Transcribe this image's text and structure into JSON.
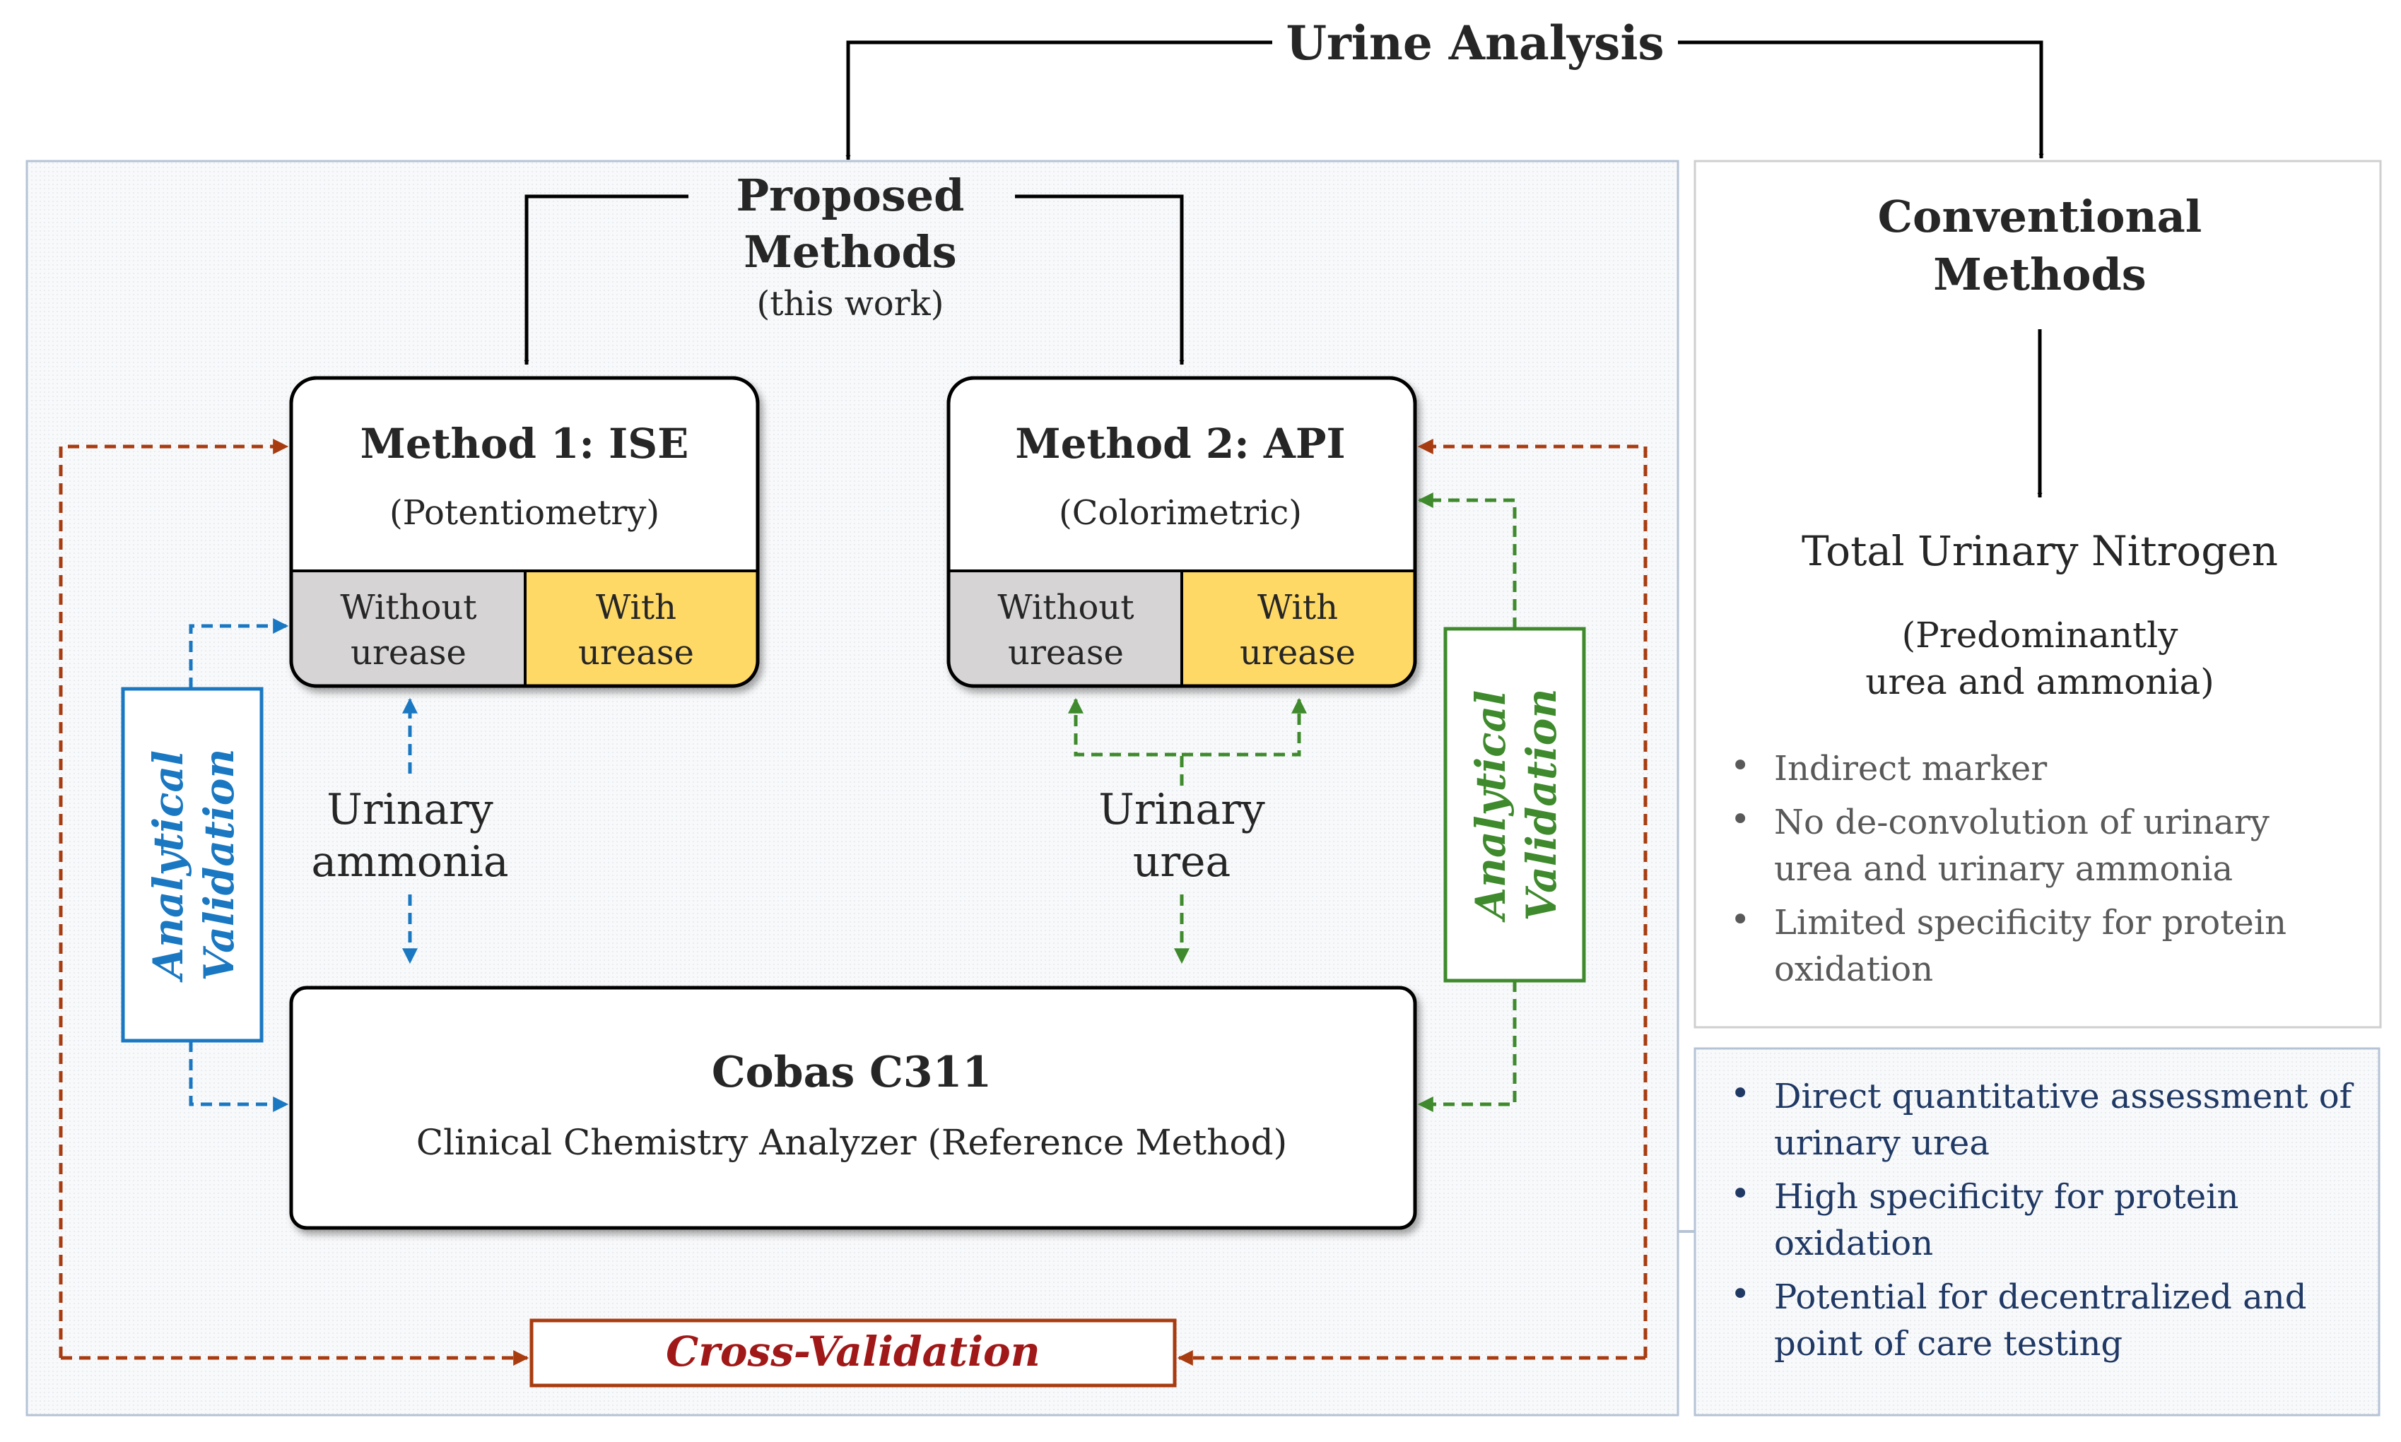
{
  "top": {
    "title": "Urine Analysis"
  },
  "proposed": {
    "line1": "Proposed",
    "line2": "Methods",
    "note": "(this work)"
  },
  "method1": {
    "title": "Method 1: ISE",
    "subtitle": "(Potentiometry)",
    "without": [
      "Without",
      "urease"
    ],
    "with": [
      "With",
      "urease"
    ]
  },
  "method2": {
    "title": "Method 2: API",
    "subtitle": "(Colorimetric)",
    "without": [
      "Without",
      "urease"
    ],
    "with": [
      "With",
      "urease"
    ]
  },
  "analyte1": [
    "Urinary",
    "ammonia"
  ],
  "analyte2": [
    "Urinary",
    "urea"
  ],
  "validation_left": [
    "Analytical",
    "Validation"
  ],
  "validation_right": [
    "Analytical",
    "Validation"
  ],
  "cobas": {
    "title": "Cobas C311",
    "subtitle": "Clinical Chemistry Analyzer (Reference Method)"
  },
  "cross_validation": "Cross-Validation",
  "conventional": {
    "line1": "Conventional",
    "line2": "Methods",
    "result": "Total Urinary Nitrogen",
    "result_note1": "(Predominantly",
    "result_note2": "urea and ammonia)",
    "bullets": [
      [
        "Indirect marker"
      ],
      [
        "No de-convolution of urinary",
        "urea and urinary ammonia"
      ],
      [
        "Limited specificity for protein",
        "oxidation"
      ]
    ]
  },
  "advantages": {
    "bullets": [
      [
        "Direct quantitative assessment of",
        "urinary urea"
      ],
      [
        "High specificity for protein",
        "oxidation"
      ],
      [
        "Potential for decentralized and",
        "point of care testing"
      ]
    ]
  },
  "colors": {
    "blue": "#1a78c2",
    "green": "#3e8a2c",
    "red": "#a83c10",
    "dark_red": "#a11818",
    "gray_cell": "#d6d4d4",
    "yellow_cell": "#ffd966",
    "navy_text": "#1f3864",
    "panel_border": "#b5c3d6"
  }
}
